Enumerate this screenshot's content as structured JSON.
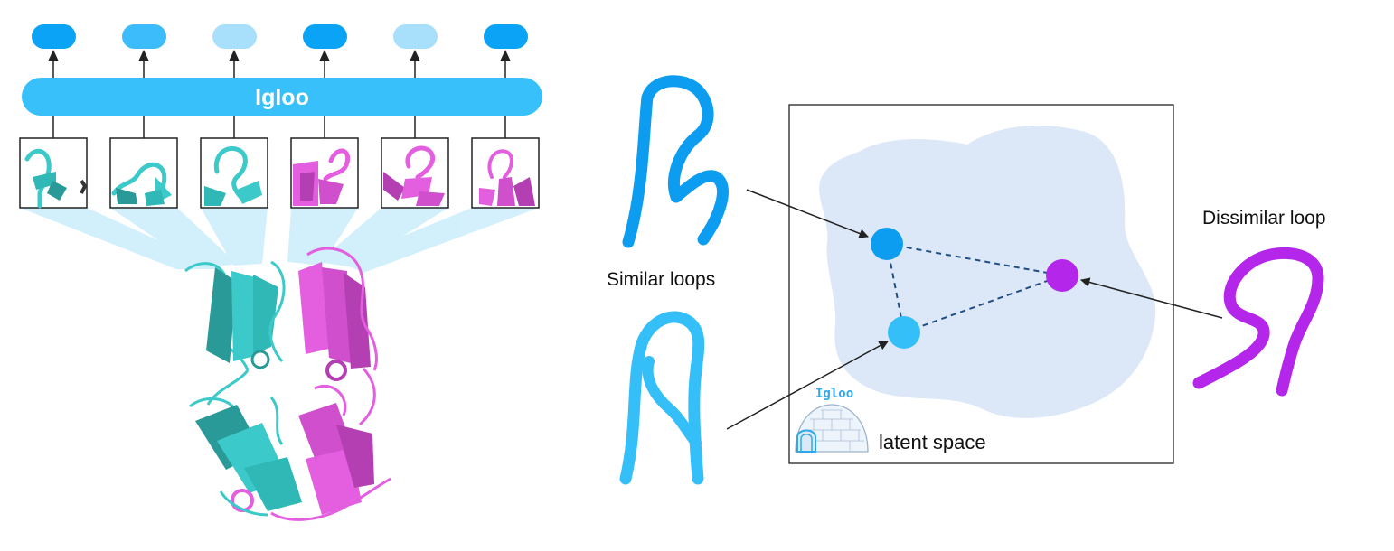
{
  "model": {
    "name": "Igloo",
    "output_tokens": [
      "#0aa3f5",
      "#3cbcfa",
      "#a8e0fc",
      "#0aa3f5",
      "#a8e0fc",
      "#0aa3f5"
    ]
  },
  "colors": {
    "bar": "#38c0fb",
    "cyan_chain": "#3cc9c9",
    "cyan_dark": "#2a9a98",
    "magenta_chain": "#e35fe0",
    "magenta_dark": "#b43fb2",
    "latent_blob": "#dce8f8",
    "similar_loop_a": "#0d9df0",
    "similar_loop_b": "#35bff8",
    "dissimilar_loop": "#b326ea",
    "point_a": "#0d9df0",
    "point_b": "#35bff8",
    "point_c": "#b326ea",
    "dashed_line": "#1f4e86"
  },
  "labels": {
    "similar": "Similar loops",
    "dissimilar": "Dissimilar loop",
    "latent": "latent space",
    "igloo_logo": "Igloo"
  },
  "icons": {
    "logo": "igloo-icon",
    "arrow": "arrow-up-icon"
  }
}
